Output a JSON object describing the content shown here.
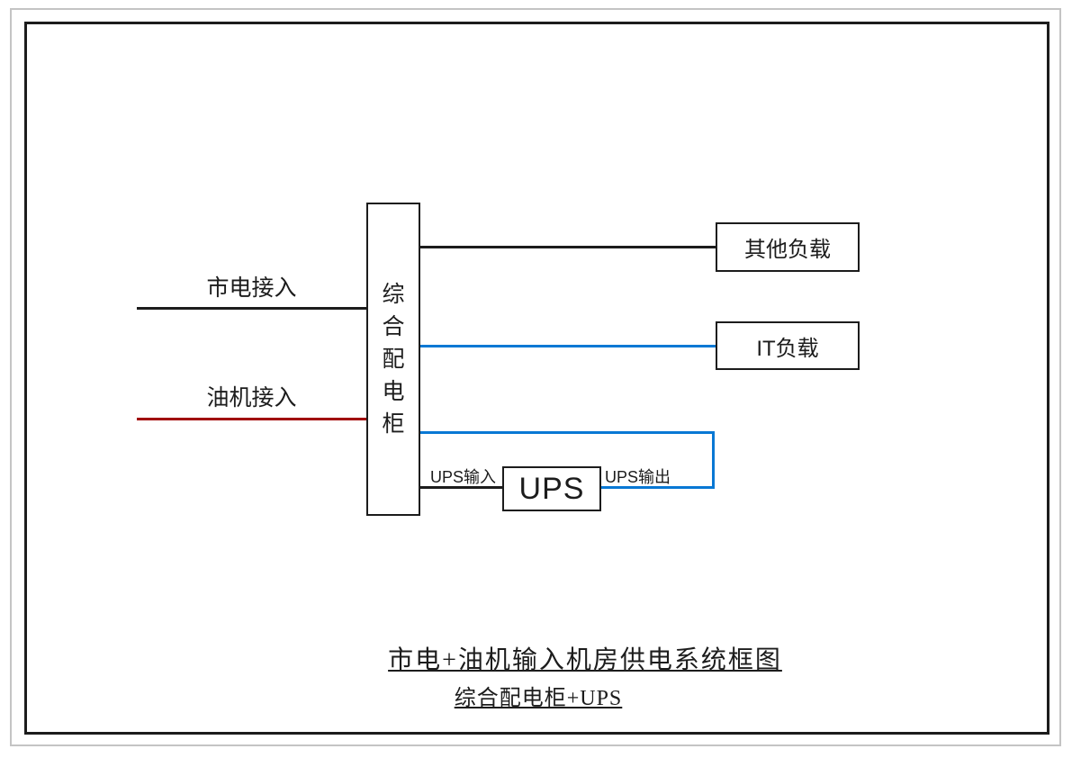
{
  "diagram": {
    "cabinet_label": "综合配电柜",
    "mains_input_label": "市电接入",
    "generator_input_label": "油机接入",
    "other_load_label": "其他负载",
    "it_load_label": "IT负载",
    "ups_label": "UPS",
    "ups_input_label": "UPS输入",
    "ups_output_label": "UPS输出",
    "title": "市电+油机输入机房供电系统框图",
    "subtitle": "综合配电柜+UPS",
    "colors": {
      "black_line": "#1c1c1c",
      "red_line": "#a00000",
      "blue_line": "#0878d4"
    }
  }
}
